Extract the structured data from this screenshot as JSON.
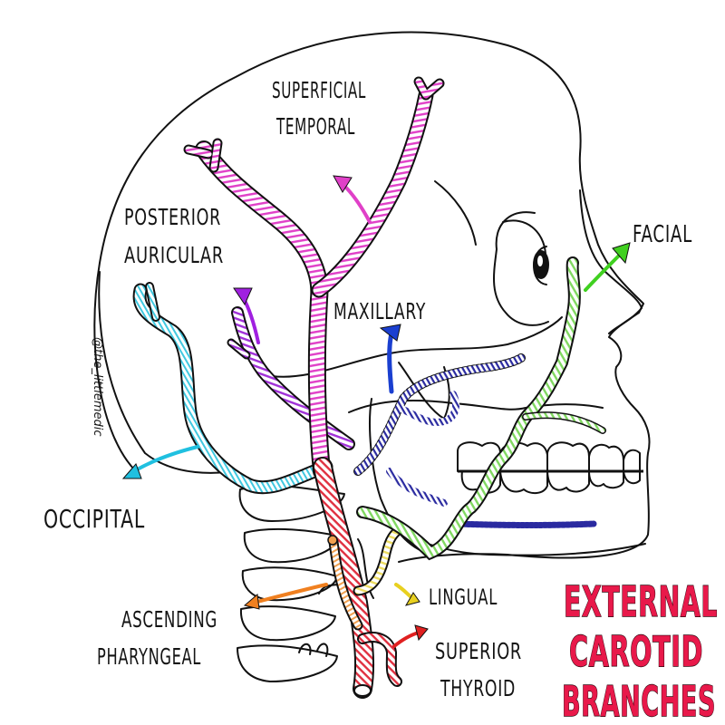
{
  "diagram": {
    "title": {
      "lines": [
        "EXTERNAL",
        "CAROTID",
        "BRANCHES"
      ],
      "color": "#e8194a"
    },
    "credit": "@the_littlemedic",
    "labels": {
      "superficial_temporal": [
        "SUPERFICIAL",
        "TEMPORAL"
      ],
      "posterior_auricular": [
        "POSTERIOR",
        "AURICULAR"
      ],
      "maxillary": "MAXILLARY",
      "facial": "FACIAL",
      "occipital": "OCCIPITAL",
      "ascending_pharyngeal": [
        "ASCENDING",
        "PHARYNGEAL"
      ],
      "lingual": "LINGUAL",
      "superior_thyroid": [
        "SUPERIOR",
        "THYROID"
      ]
    },
    "colors": {
      "superficial_temporal": "#e040c8",
      "posterior_auricular": "#a020e0",
      "maxillary": "#1a3fd0",
      "maxillary_vessel": "#2a2aa0",
      "facial": "#40d020",
      "facial_vessel": "#88e070",
      "occipital": "#20c0e0",
      "occipital_vessel": "#70d8e0",
      "ascending_pharyngeal": "#f08020",
      "ascending_pharyngeal_vessel": "#f0a860",
      "lingual": "#e8d020",
      "lingual_vessel": "#f0e070",
      "superior_thyroid": "#e02020",
      "external_carotid_vessel": "#e03040"
    }
  }
}
